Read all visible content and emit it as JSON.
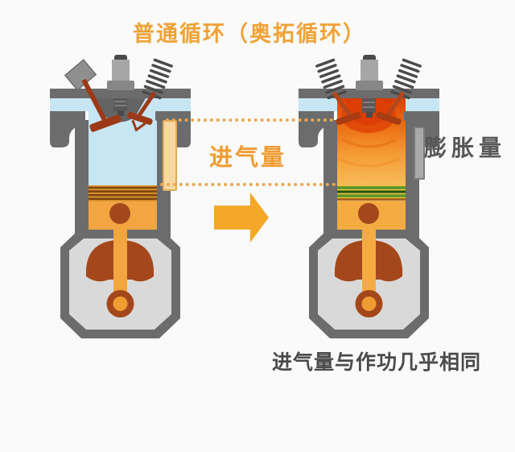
{
  "title": "普通循环（奥拓循环）",
  "labels": {
    "intake_volume": "进气量",
    "expansion_volume": "膨胀量",
    "caption": "进气量与作功几乎相同"
  },
  "icons": {
    "arrow": "arrow-right-icon"
  },
  "colors": {
    "title_orange": "#f0a236",
    "label_orange": "#f09c32",
    "arrow_orange": "#f5a728",
    "dotted_line_orange": "#e8a851",
    "dark_label_gray": "#575757",
    "caption_gray": "#4a4a4a",
    "engine_block_gray": "#6c6c6c",
    "crankcase_inner_gray": "#d9d9d9",
    "intake_air_blue": "#c7e6f4",
    "piston_orange": "#f2a540",
    "piston_ring_brown": "#7e430e",
    "piston_ring_green": "#5a9427",
    "rod_crank_brown": "#a4481c",
    "flame_red": "#dc4208",
    "flame_yellow": "#f7bd5b",
    "intake_bar_cream": "#f8d7a0",
    "expansion_bar_gray": "#a9a9a9",
    "background": "#fafafa"
  }
}
